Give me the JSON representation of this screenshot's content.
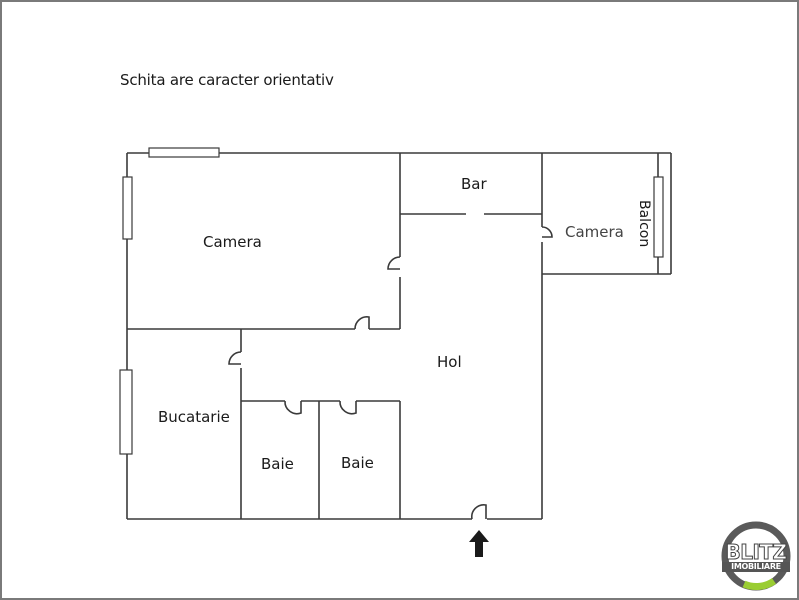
{
  "note": "Schita are caracter orientativ",
  "rooms": {
    "camera_large": "Camera",
    "bar": "Bar",
    "camera_small": "Camera",
    "balcon": "Balcon",
    "hol": "Hol",
    "bucatarie": "Bucatarie",
    "baie_1": "Baie",
    "baie_2": "Baie"
  },
  "entrance_icon": "arrow-up-icon",
  "logo": {
    "line1": "BLITZ",
    "line2": "IMOBILIARE",
    "ring_color": "#5a5a5a",
    "accent_color": "#9acd32"
  },
  "colors": {
    "wall": "#3a3a3a",
    "border": "#7a7a7a",
    "text": "#1a1a1a"
  }
}
